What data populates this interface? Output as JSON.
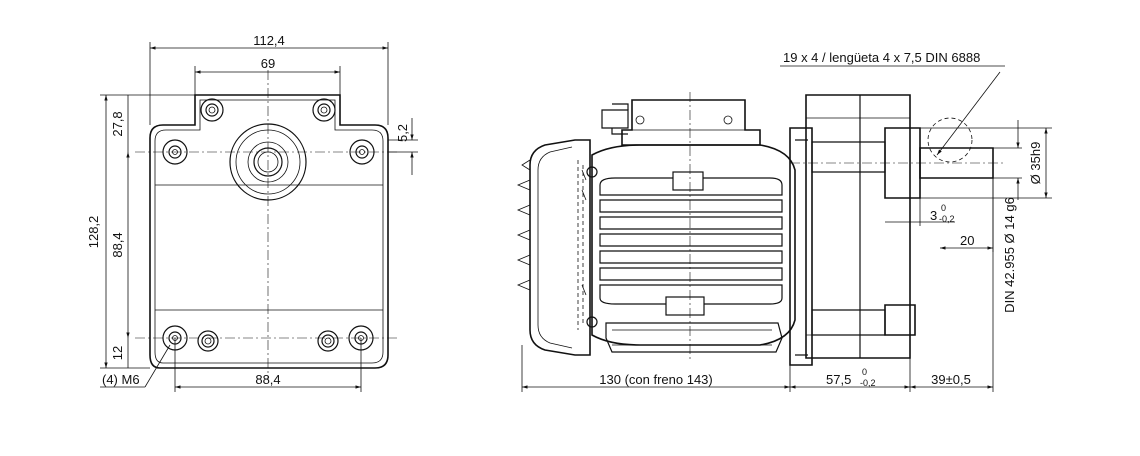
{
  "front_view": {
    "dim_width_total": "112,4",
    "dim_width_top": "69",
    "dim_width_bottom": "88,4",
    "dim_height_total": "128,2",
    "dim_height_holes": "88,4",
    "dim_top_offset": "27,8",
    "dim_bottom_offset": "12",
    "dim_right_offset": "5,2",
    "hole_callout": "(4) M6"
  },
  "side_view": {
    "key_callout": "19 x 4 / lengüeta 4 x 7,5 DIN 6888",
    "dim_motor_length": "130 (con freno 143)",
    "dim_flange_base": "57,5",
    "dim_flange_tol_upper": "0",
    "dim_flange_tol_lower": "-0,2",
    "dim_shaft_length": "39±0,5",
    "dim_shoulder_base": "3",
    "dim_shoulder_tol_upper": "0",
    "dim_shoulder_tol_lower": "-0,2",
    "dim_key_pos": "20",
    "dim_pilot_dia": "Ø 35h9",
    "dim_shaft_dia": "DIN 42.955  Ø 14 g6"
  }
}
